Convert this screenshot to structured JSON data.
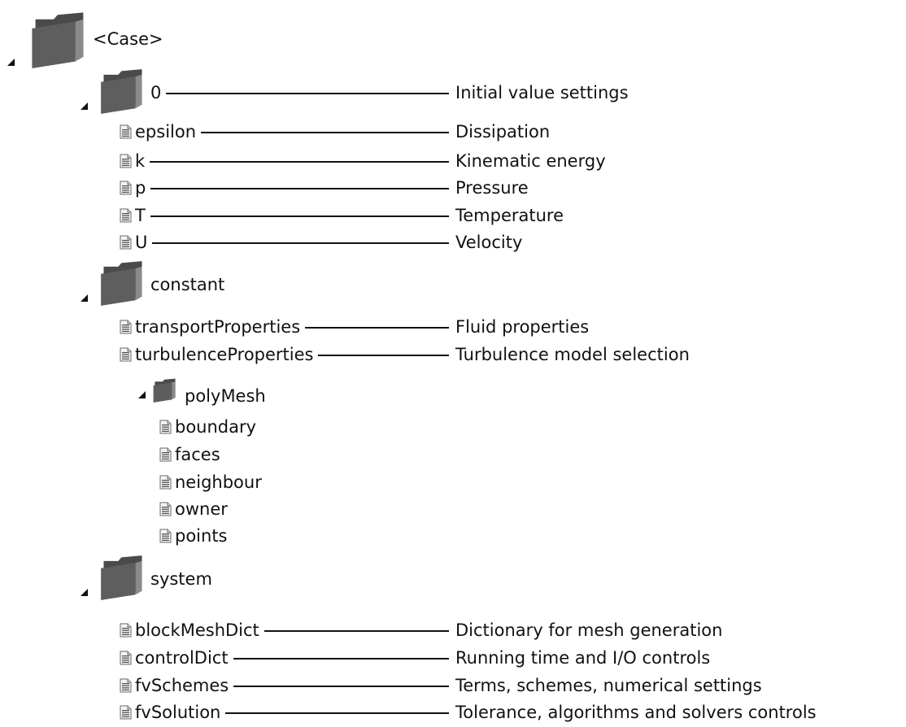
{
  "colors": {
    "folder": "#5e5e5e",
    "folder_dark": "#4a4a4a",
    "lines": "#111111",
    "text": "#111111"
  },
  "tree": [
    {
      "label": "<Case>",
      "kind": "folder",
      "level": 0,
      "icon": "folder-icon"
    },
    {
      "label": "0",
      "kind": "folder",
      "level": 1,
      "icon": "folder-icon",
      "description": "Initial value settings"
    },
    {
      "label": "epsilon",
      "kind": "file",
      "level": 2,
      "icon": "file-icon",
      "description": "Dissipation"
    },
    {
      "label": "k",
      "kind": "file",
      "level": 2,
      "icon": "file-icon",
      "description": "Kinematic energy"
    },
    {
      "label": "p",
      "kind": "file",
      "level": 2,
      "icon": "file-icon",
      "description": "Pressure"
    },
    {
      "label": "T",
      "kind": "file",
      "level": 2,
      "icon": "file-icon",
      "description": "Temperature"
    },
    {
      "label": "U",
      "kind": "file",
      "level": 2,
      "icon": "file-icon",
      "description": "Velocity"
    },
    {
      "label": "constant",
      "kind": "folder",
      "level": 1,
      "icon": "folder-icon"
    },
    {
      "label": "transportProperties",
      "kind": "file",
      "level": 2,
      "icon": "file-icon",
      "description": "Fluid properties"
    },
    {
      "label": "turbulenceProperties",
      "kind": "file",
      "level": 2,
      "icon": "file-icon",
      "description": "Turbulence model selection"
    },
    {
      "label": "polyMesh",
      "kind": "folder",
      "level": 2,
      "icon": "folder-icon"
    },
    {
      "label": "boundary",
      "kind": "file",
      "level": 3,
      "icon": "file-icon"
    },
    {
      "label": "faces",
      "kind": "file",
      "level": 3,
      "icon": "file-icon"
    },
    {
      "label": "neighbour",
      "kind": "file",
      "level": 3,
      "icon": "file-icon"
    },
    {
      "label": "owner",
      "kind": "file",
      "level": 3,
      "icon": "file-icon"
    },
    {
      "label": "points",
      "kind": "file",
      "level": 3,
      "icon": "file-icon"
    },
    {
      "label": "system",
      "kind": "folder",
      "level": 1,
      "icon": "folder-icon"
    },
    {
      "label": "blockMeshDict",
      "kind": "file",
      "level": 2,
      "icon": "file-icon",
      "description": "Dictionary for mesh generation"
    },
    {
      "label": "controlDict",
      "kind": "file",
      "level": 2,
      "icon": "file-icon",
      "description": "Running time and I/O controls"
    },
    {
      "label": "fvSchemes",
      "kind": "file",
      "level": 2,
      "icon": "file-icon",
      "description": "Terms, schemes, numerical settings"
    },
    {
      "label": "fvSolution",
      "kind": "file",
      "level": 2,
      "icon": "file-icon",
      "description": "Tolerance, algorithms and solvers controls"
    }
  ]
}
